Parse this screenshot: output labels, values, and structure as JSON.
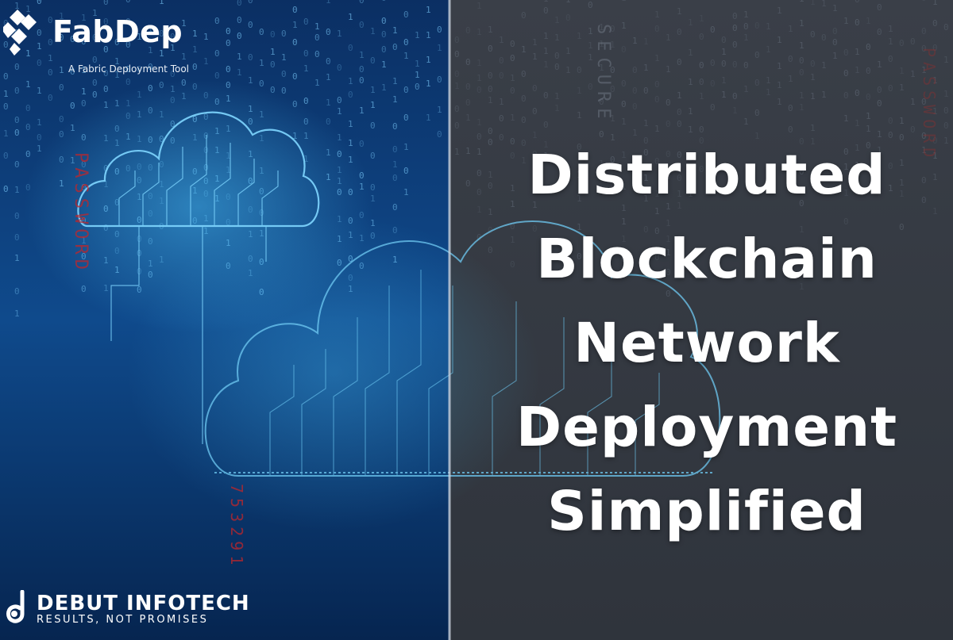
{
  "brand": {
    "logo_text": "FabDep",
    "tagline": "A Fabric Deployment Tool"
  },
  "headline": {
    "lines": [
      "Distributed",
      "Blockchain",
      "Network",
      "Deployment",
      "Simplified"
    ]
  },
  "company": {
    "name": "DEBUT INFOTECH",
    "tagline": "RESULTS, NOT PROMISES"
  },
  "background_text": {
    "password_left": "PASSWORD",
    "code_left": "753291",
    "secure_right": "SECURE",
    "password_right": "PASSWORD"
  },
  "colors": {
    "left_panel": "#0d3a78",
    "right_panel": "#3b4049",
    "circuit": "#5fc4f0",
    "accent_red": "#c0262a"
  },
  "icons": [
    "fabdep-logo-icon",
    "debut-infotech-logo-icon",
    "cloud-circuit-icon"
  ]
}
